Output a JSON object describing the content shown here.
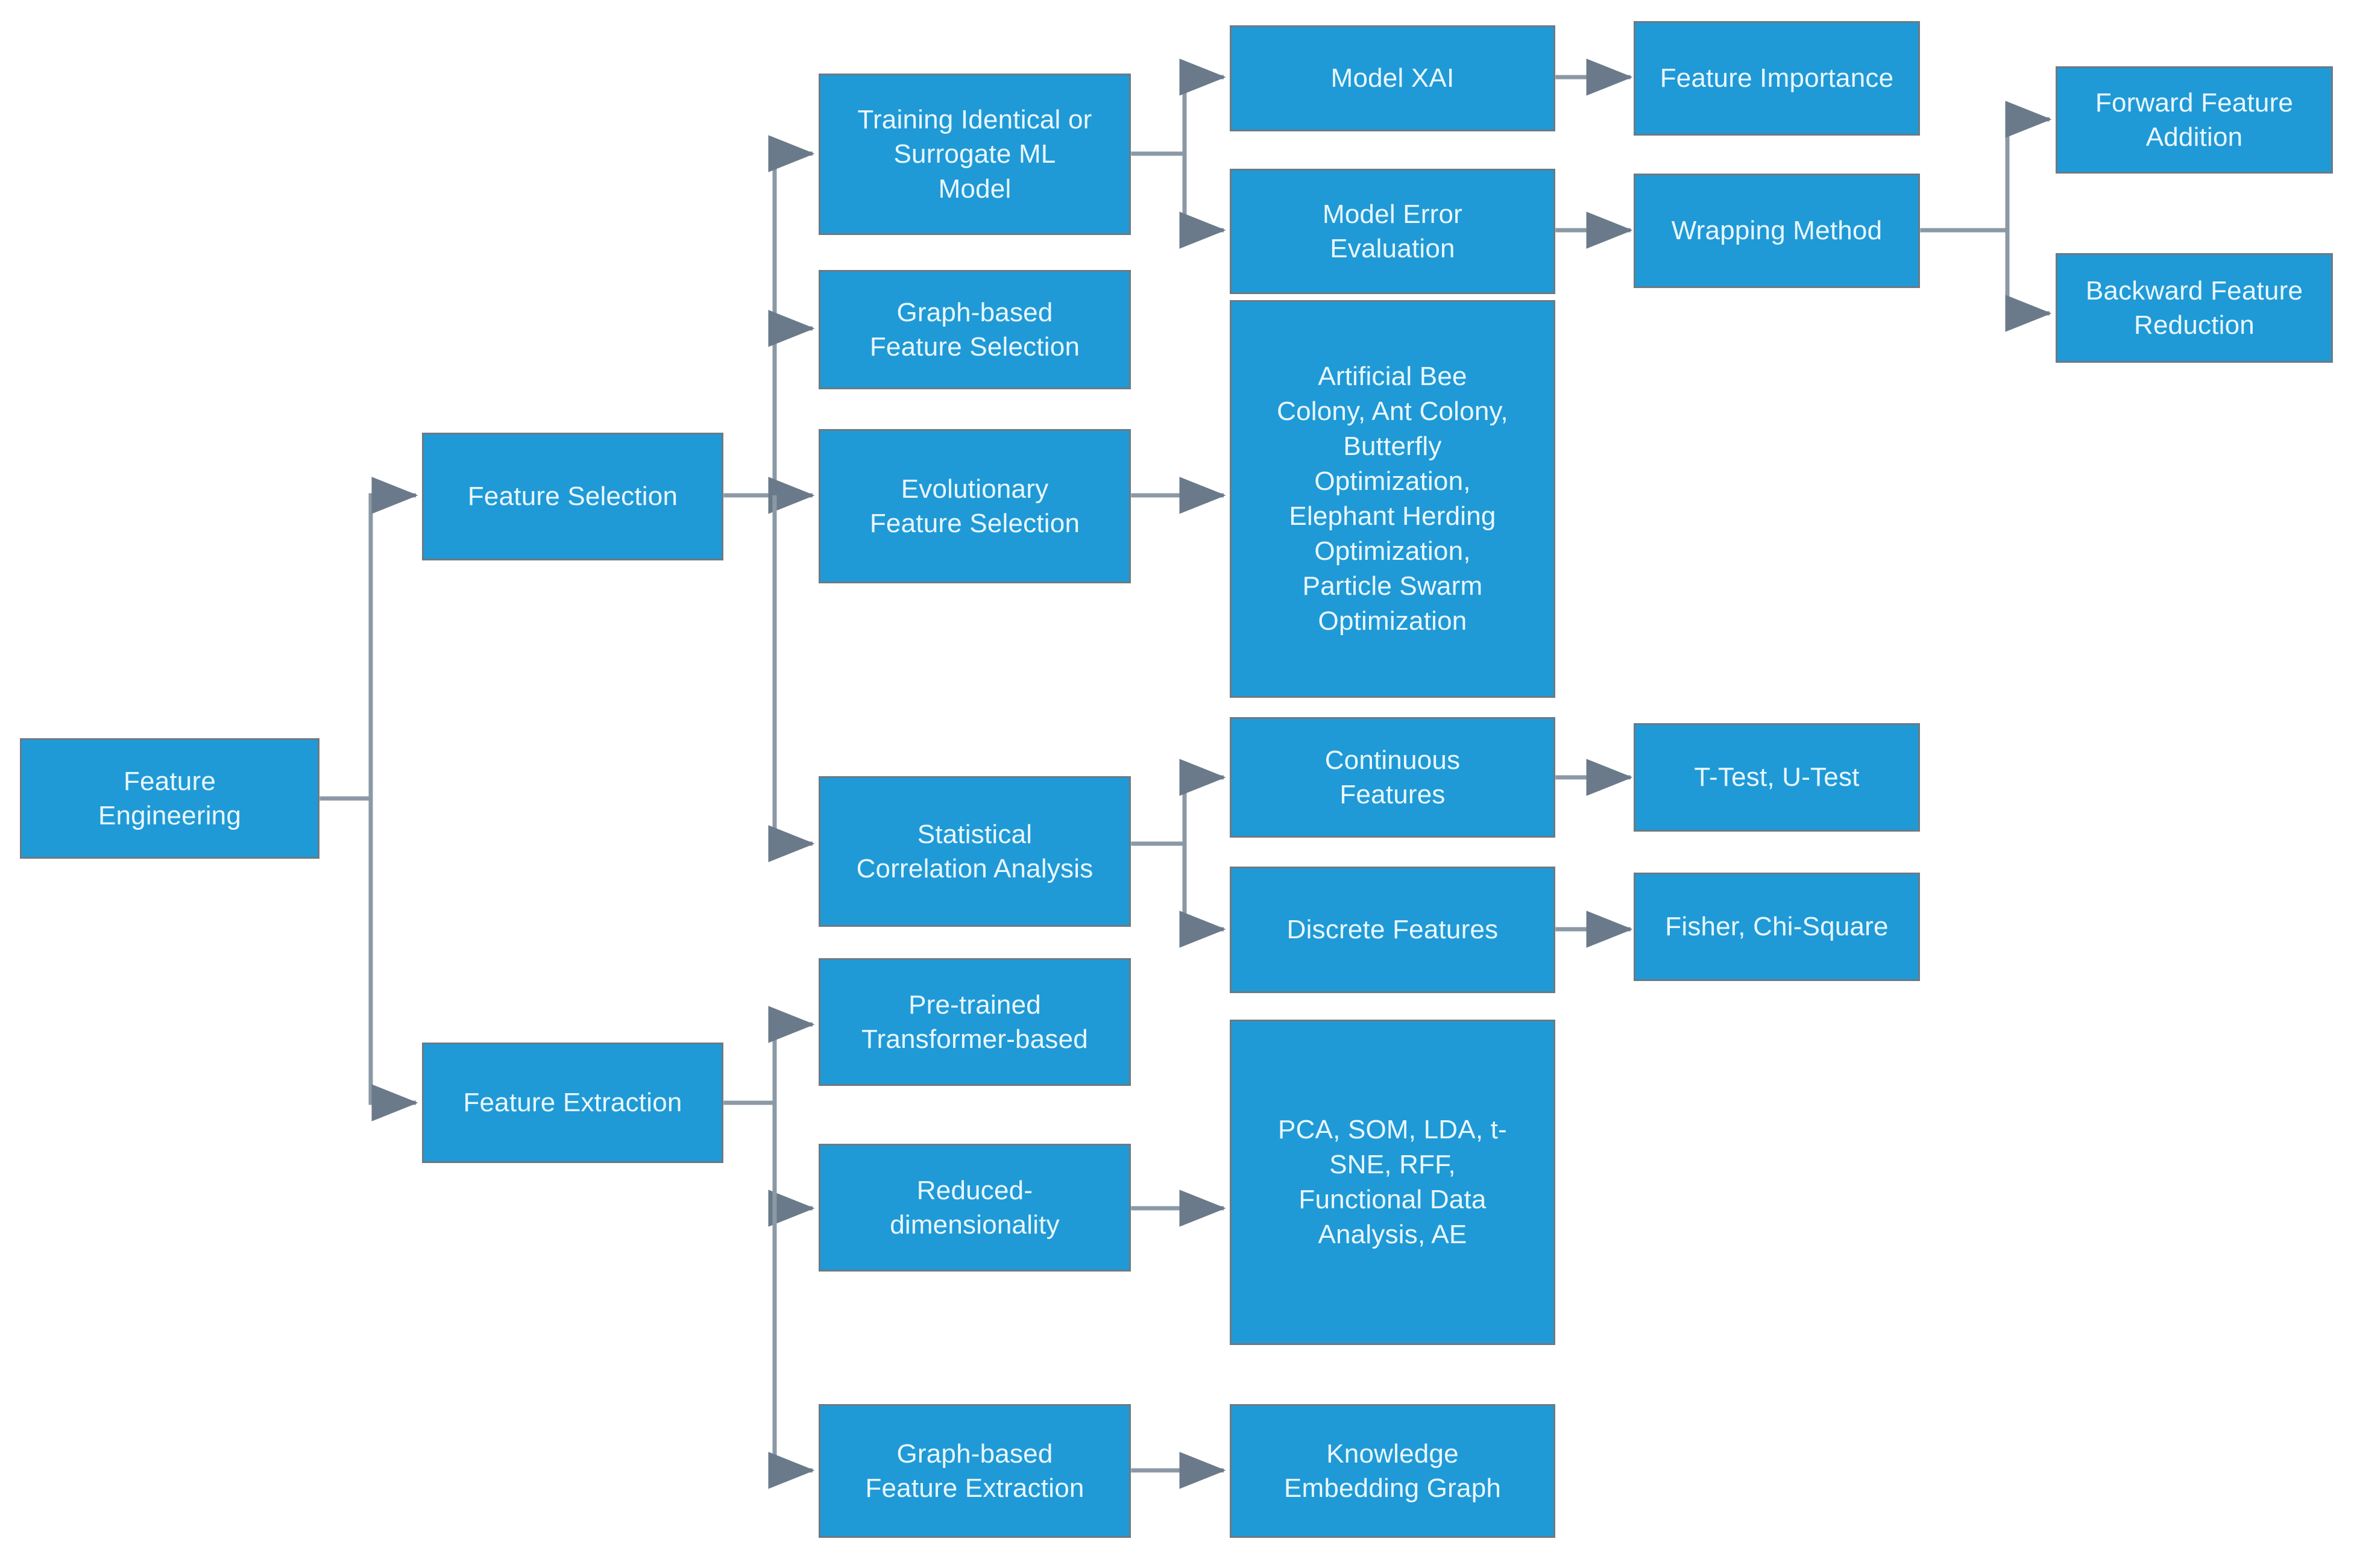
{
  "diagram": {
    "title": "Feature Engineering",
    "type": "flowchart",
    "orientation": "left-to-right",
    "colors": {
      "node_fill": "#1f9ad6",
      "node_border": "#6b7a85",
      "node_text": "#eaf7ff",
      "edge": "#7b8a97",
      "background": "#ffffff"
    }
  },
  "nodes": {
    "feature_engineering": "Feature\nEngineering",
    "feature_selection": "Feature Selection",
    "feature_extraction": "Feature Extraction",
    "training_identical": "Training Identical or\nSurrogate ML\nModel",
    "graph_based_fs": "Graph-based\nFeature Selection",
    "evolutionary_fs": "Evolutionary\nFeature Selection",
    "statistical_corr": "Statistical\nCorrelation Analysis",
    "model_xai": "Model XAI",
    "model_error_eval": "Model Error\nEvaluation",
    "swarm_algorithms": "Artificial Bee\nColony, Ant  Colony,\nButterfly\nOptimization,\nElephant Herding\nOptimization,\nParticle Swarm\nOptimization",
    "continuous_features": "Continuous\nFeatures",
    "discrete_features": "Discrete Features",
    "feature_importance": "Feature Importance",
    "wrapping_method": "Wrapping Method",
    "t_u_test": "T-Test,  U-Test",
    "fisher_chi": "Fisher, Chi-Square",
    "forward_feature_addition": "Forward Feature\nAddition",
    "backward_feature_reduction": "Backward Feature\nReduction",
    "pretrained_transformer": "Pre-trained\nTransformer-based",
    "reduced_dimensionality": "Reduced-\ndimensionality",
    "dimensionality_methods": "PCA, SOM, LDA, t-\nSNE,  RFF,\nFunctional Data\nAnalysis, AE",
    "graph_based_fe": "Graph-based\nFeature Extraction",
    "knowledge_embedding_graph": "Knowledge\nEmbedding Graph"
  },
  "edges": [
    {
      "from": "feature_engineering",
      "to": "feature_selection"
    },
    {
      "from": "feature_engineering",
      "to": "feature_extraction"
    },
    {
      "from": "feature_selection",
      "to": "training_identical"
    },
    {
      "from": "feature_selection",
      "to": "graph_based_fs"
    },
    {
      "from": "feature_selection",
      "to": "evolutionary_fs"
    },
    {
      "from": "feature_selection",
      "to": "statistical_corr"
    },
    {
      "from": "training_identical",
      "to": "model_xai"
    },
    {
      "from": "training_identical",
      "to": "model_error_eval"
    },
    {
      "from": "evolutionary_fs",
      "to": "swarm_algorithms"
    },
    {
      "from": "statistical_corr",
      "to": "continuous_features"
    },
    {
      "from": "statistical_corr",
      "to": "discrete_features"
    },
    {
      "from": "model_xai",
      "to": "feature_importance"
    },
    {
      "from": "model_error_eval",
      "to": "wrapping_method"
    },
    {
      "from": "continuous_features",
      "to": "t_u_test"
    },
    {
      "from": "discrete_features",
      "to": "fisher_chi"
    },
    {
      "from": "wrapping_method",
      "to": "forward_feature_addition"
    },
    {
      "from": "wrapping_method",
      "to": "backward_feature_reduction"
    },
    {
      "from": "feature_extraction",
      "to": "pretrained_transformer"
    },
    {
      "from": "feature_extraction",
      "to": "reduced_dimensionality"
    },
    {
      "from": "feature_extraction",
      "to": "graph_based_fe"
    },
    {
      "from": "reduced_dimensionality",
      "to": "dimensionality_methods"
    },
    {
      "from": "graph_based_fe",
      "to": "knowledge_embedding_graph"
    }
  ]
}
